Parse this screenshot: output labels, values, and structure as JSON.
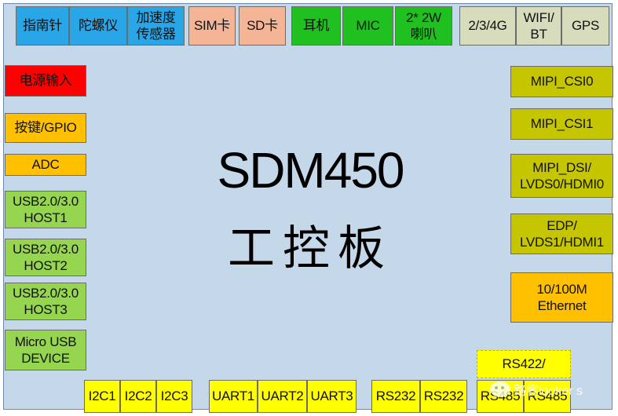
{
  "title": "SDM450",
  "subtitle": "工控板",
  "watermark": "路客looker s",
  "top": [
    "指南针",
    "陀螺仪",
    "加速度\n传感器",
    "SIM卡",
    "SD卡",
    "耳机",
    "MIC",
    "2* 2W\n喇叭",
    "2/3/4G",
    "WIFI/\nBT",
    "GPS"
  ],
  "left": [
    "电源输入",
    "按键/GPIO",
    "ADC",
    "USB2.0/3.0\nHOST1",
    "USB2.0/3.0\nHOST2",
    "USB2.0/3.0\nHOST3",
    "Micro USB\nDEVICE"
  ],
  "right": [
    "MIPI_CSI0",
    "MIPI_CSI1",
    "MIPI_DSI/\nLVDS0/HDMI0",
    "EDP/\nLVDS1/HDMI1",
    "10/100M\nEthernet"
  ],
  "bottom": [
    "I2C1",
    "I2C2",
    "I2C3",
    "UART1",
    "UART2",
    "UART3",
    "RS232",
    "RS232",
    "RS485",
    "RS485"
  ],
  "rs422": "RS422/",
  "colors": {
    "board": "#c5d8ea",
    "sensor": "#29a6e8",
    "storage": "#f4b596",
    "audio": "#1fc01f",
    "wireless": "#d6dcbc",
    "power": "#ff0000",
    "control": "#ffc000",
    "usb": "#95d550",
    "camera_display": "#c6c600",
    "bus": "#ffff00"
  }
}
